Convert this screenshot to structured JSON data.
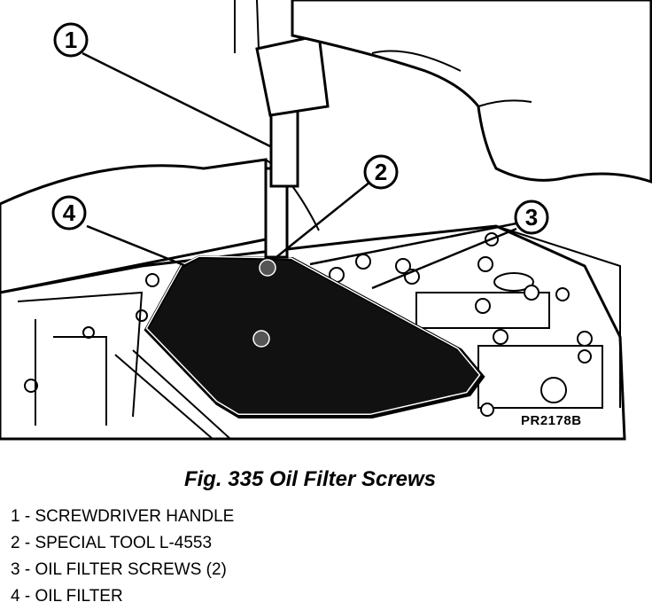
{
  "figure": {
    "code": "PR2178B",
    "caption": "Fig. 335 Oil Filter Screws",
    "callouts": [
      "1",
      "2",
      "3",
      "4"
    ],
    "legend": [
      "1 - SCREWDRIVER HANDLE",
      "2 - SPECIAL TOOL L-4553",
      "3 - OIL FILTER SCREWS (2)",
      "4 - OIL FILTER"
    ]
  },
  "colors": {
    "ink": "#000000",
    "paper": "#ffffff"
  }
}
